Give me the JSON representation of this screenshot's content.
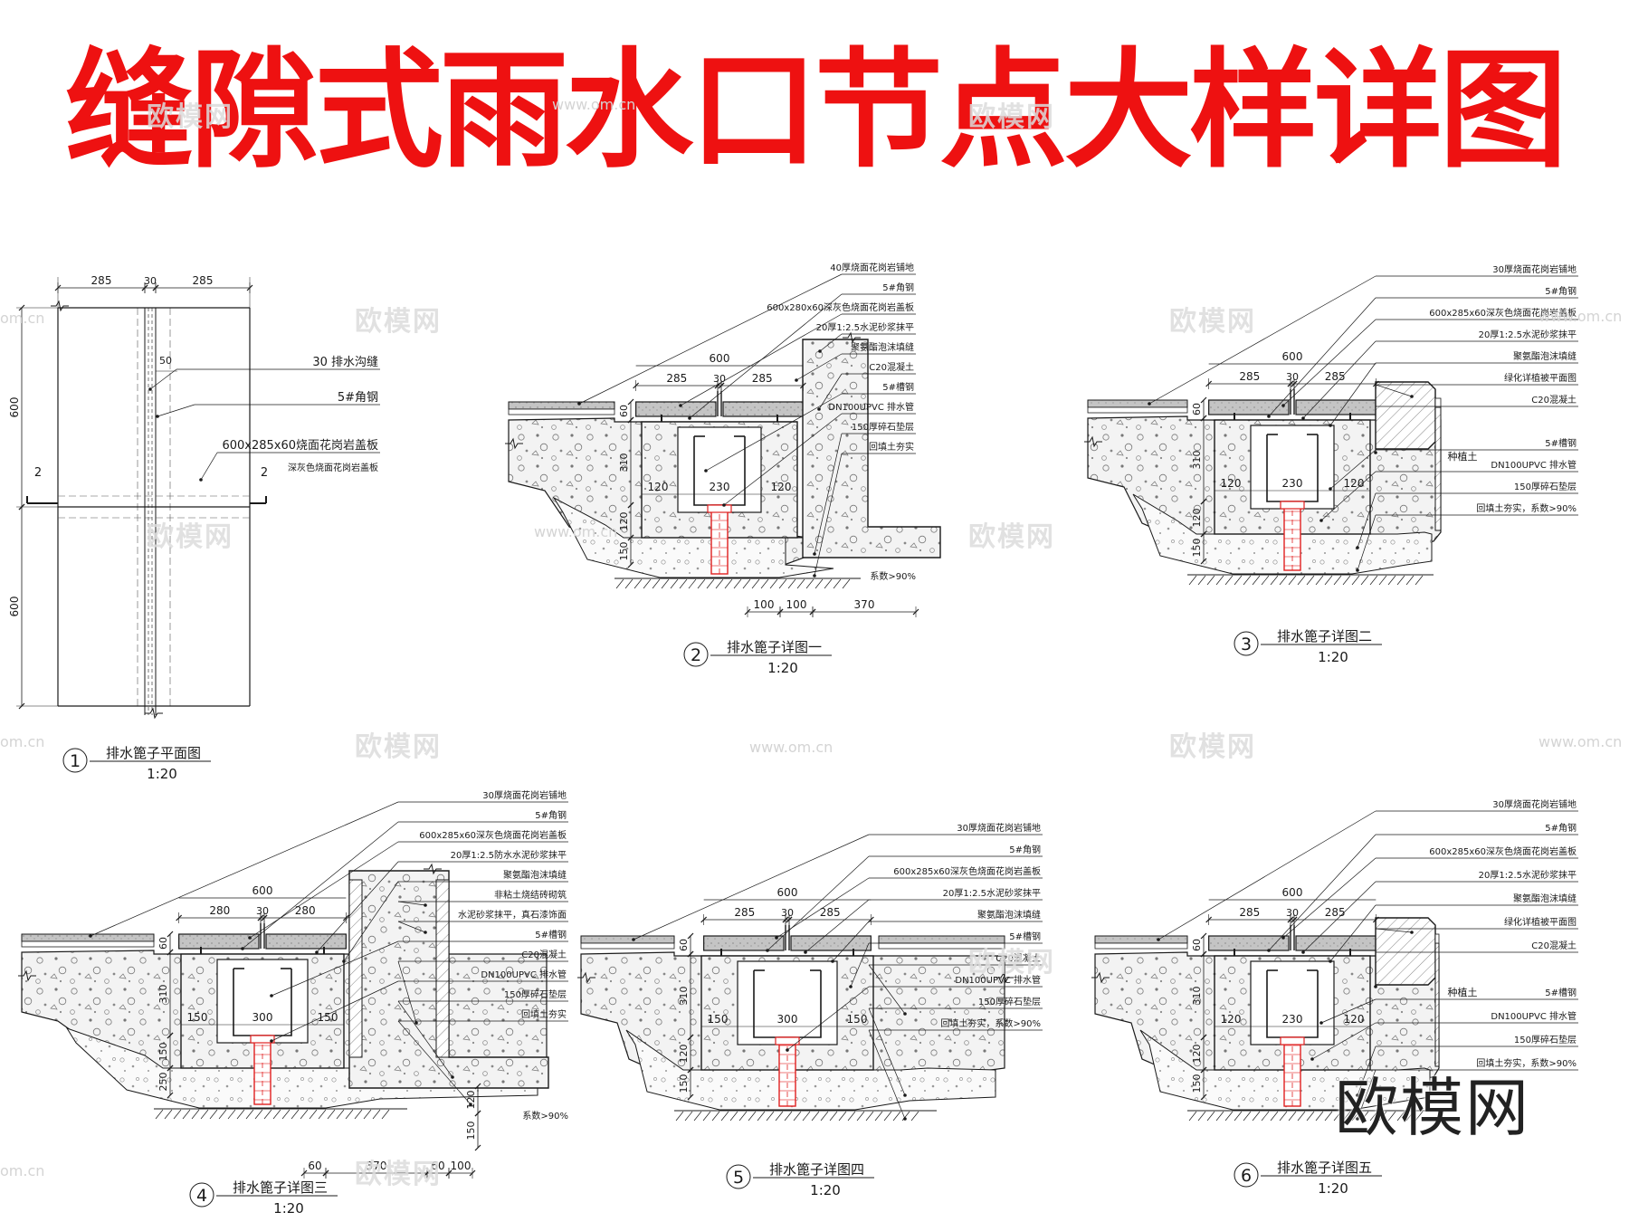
{
  "title": "缝隙式雨水口节点大样详图",
  "watermark": {
    "brand": "欧模网",
    "url": "www.om.cn",
    "url_short": "om.cn"
  },
  "plan": {
    "number": "1",
    "name": "排水篦子平面图",
    "scale": "1:20",
    "dims_top": [
      "285",
      "30",
      "285"
    ],
    "dims_left": [
      "600",
      "600"
    ],
    "dim_50": "50",
    "section_mark": "2",
    "callouts": [
      "30 排水沟缝",
      "5#角钢",
      "600x285x60烧面花岗岩盖板",
      "深灰色烧面花岗岩盖板"
    ]
  },
  "detail2": {
    "number": "2",
    "name": "排水篦子详图一",
    "scale": "1:20",
    "callouts": [
      "40厚烧面花岗岩铺地",
      "5#角钢",
      "600x280x60深灰色烧面花岗岩盖板",
      "20厚1:2.5水泥砂浆抹平",
      "聚氨酯泡沫填缝",
      "C20混凝土",
      "5#槽钢",
      "DN100UPVC 排水管",
      "150厚碎石垫层",
      "回填土夯实",
      "系数>90%"
    ],
    "dims": [
      "600",
      "285",
      "30",
      "285",
      "60",
      "310",
      "120",
      "230",
      "120",
      "120",
      "150",
      "100",
      "100",
      "370"
    ]
  },
  "detail3": {
    "number": "3",
    "name": "排水篦子详图二",
    "scale": "1:20",
    "callouts": [
      "30厚烧面花岗岩铺地",
      "5#角钢",
      "600x285x60深灰色烧面花岗岩盖板",
      "20厚1:2.5水泥砂浆抹平",
      "聚氨酯泡沫填缝",
      "绿化详植被平面图",
      "C20混凝土",
      "种植土",
      "5#槽钢",
      "DN100UPVC 排水管",
      "150厚碎石垫层",
      "回填土夯实，系数>90%"
    ],
    "dims": [
      "600",
      "285",
      "30",
      "285",
      "60",
      "310",
      "120",
      "230",
      "120",
      "120",
      "150"
    ]
  },
  "detail4": {
    "number": "4",
    "name": "排水篦子详图三",
    "scale": "1:20",
    "callouts": [
      "30厚烧面花岗岩铺地",
      "5#角钢",
      "600x285x60深灰色烧面花岗岩盖板",
      "20厚1:2.5防水水泥砂浆抹平",
      "聚氨酯泡沫填缝",
      "非粘土烧结砖砌筑",
      "水泥砂浆抹平，真石漆饰面",
      "5#槽钢",
      "C20混凝土",
      "DN100UPVC 排水管",
      "150厚碎石垫层",
      "回填土夯实",
      "系数>90%"
    ],
    "dims": [
      "600",
      "280",
      "30",
      "280",
      "60",
      "310",
      "150",
      "300",
      "150",
      "150",
      "250",
      "120",
      "150",
      "60",
      "370",
      "60",
      "100"
    ]
  },
  "detail5": {
    "number": "5",
    "name": "排水篦子详图四",
    "scale": "1:20",
    "callouts": [
      "30厚烧面花岗岩铺地",
      "5#角钢",
      "600x285x60深灰色烧面花岗岩盖板",
      "20厚1:2.5水泥砂浆抹平",
      "聚氨酯泡沫填缝",
      "5#槽钢",
      "C20混凝土",
      "DN100UPVC 排水管",
      "150厚碎石垫层",
      "回填土夯实，系数>90%"
    ],
    "dims": [
      "600",
      "285",
      "30",
      "285",
      "60",
      "310",
      "150",
      "300",
      "150",
      "120"
    ]
  },
  "detail6": {
    "number": "6",
    "name": "排水篦子详图五",
    "scale": "1:20",
    "callouts": [
      "30厚烧面花岗岩铺地",
      "5#角钢",
      "600x285x60深灰色烧面花岗岩盖板",
      "20厚1:2.5水泥砂浆抹平",
      "聚氨酯泡沫填缝",
      "绿化详植被平面图",
      "C20混凝土",
      "种植土",
      "5#槽钢",
      "DN100UPVC 排水管",
      "150厚碎石垫层",
      "回填土夯实，系数>90%"
    ],
    "dims": [
      "600",
      "285",
      "30",
      "285",
      "60",
      "310",
      "120",
      "230",
      "120",
      "120",
      "150"
    ]
  },
  "colors": {
    "title": "#ee1111",
    "line": "#1a1a1a",
    "pipe": "#e02020",
    "concrete": "#f4f4f4",
    "watermark": "#dcdcdc"
  }
}
